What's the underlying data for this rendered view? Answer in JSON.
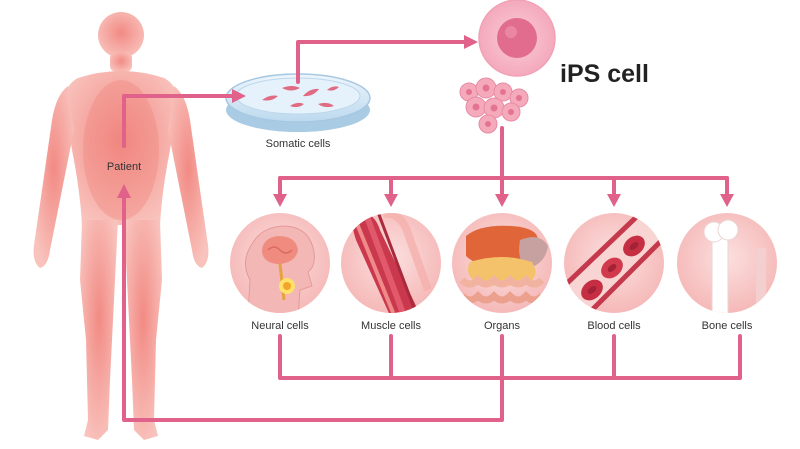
{
  "title": "iPS cell",
  "patient_label": "Patient",
  "somatic_label": "Somatic cells",
  "targets": [
    {
      "id": "neural",
      "label": "Neural cells"
    },
    {
      "id": "muscle",
      "label": "Muscle cells"
    },
    {
      "id": "organs",
      "label": "Organs"
    },
    {
      "id": "blood",
      "label": "Blood cells"
    },
    {
      "id": "bone",
      "label": "Bone cells"
    }
  ],
  "colors": {
    "arrow": "#e0628a",
    "body": "#f6a6a0",
    "body_core": "#ee7f78",
    "ips_outer": "#f6b4c4",
    "ips_nucleus": "#e06a8c",
    "circle_bg": "#f7c9c8",
    "dish": "#d6e9f6"
  }
}
